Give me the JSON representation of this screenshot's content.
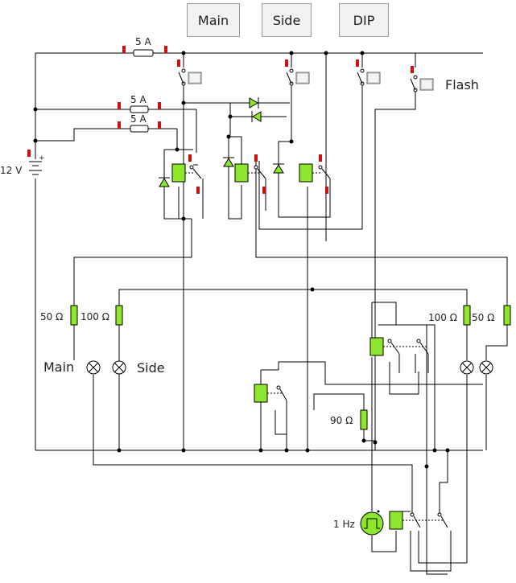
{
  "buttons": {
    "main": "Main",
    "side": "Side",
    "dip": "DIP",
    "flash": "Flash"
  },
  "fuses": [
    "5 A",
    "5 A",
    "5 A"
  ],
  "battery": "12 V",
  "resistors": {
    "r1": "50 Ω",
    "r2": "100 Ω",
    "r3": "100 Ω",
    "r4": "50 Ω",
    "r5": "90 Ω"
  },
  "lamps": {
    "main": "Main",
    "side": "Side"
  },
  "oscillator": "1 Hz"
}
